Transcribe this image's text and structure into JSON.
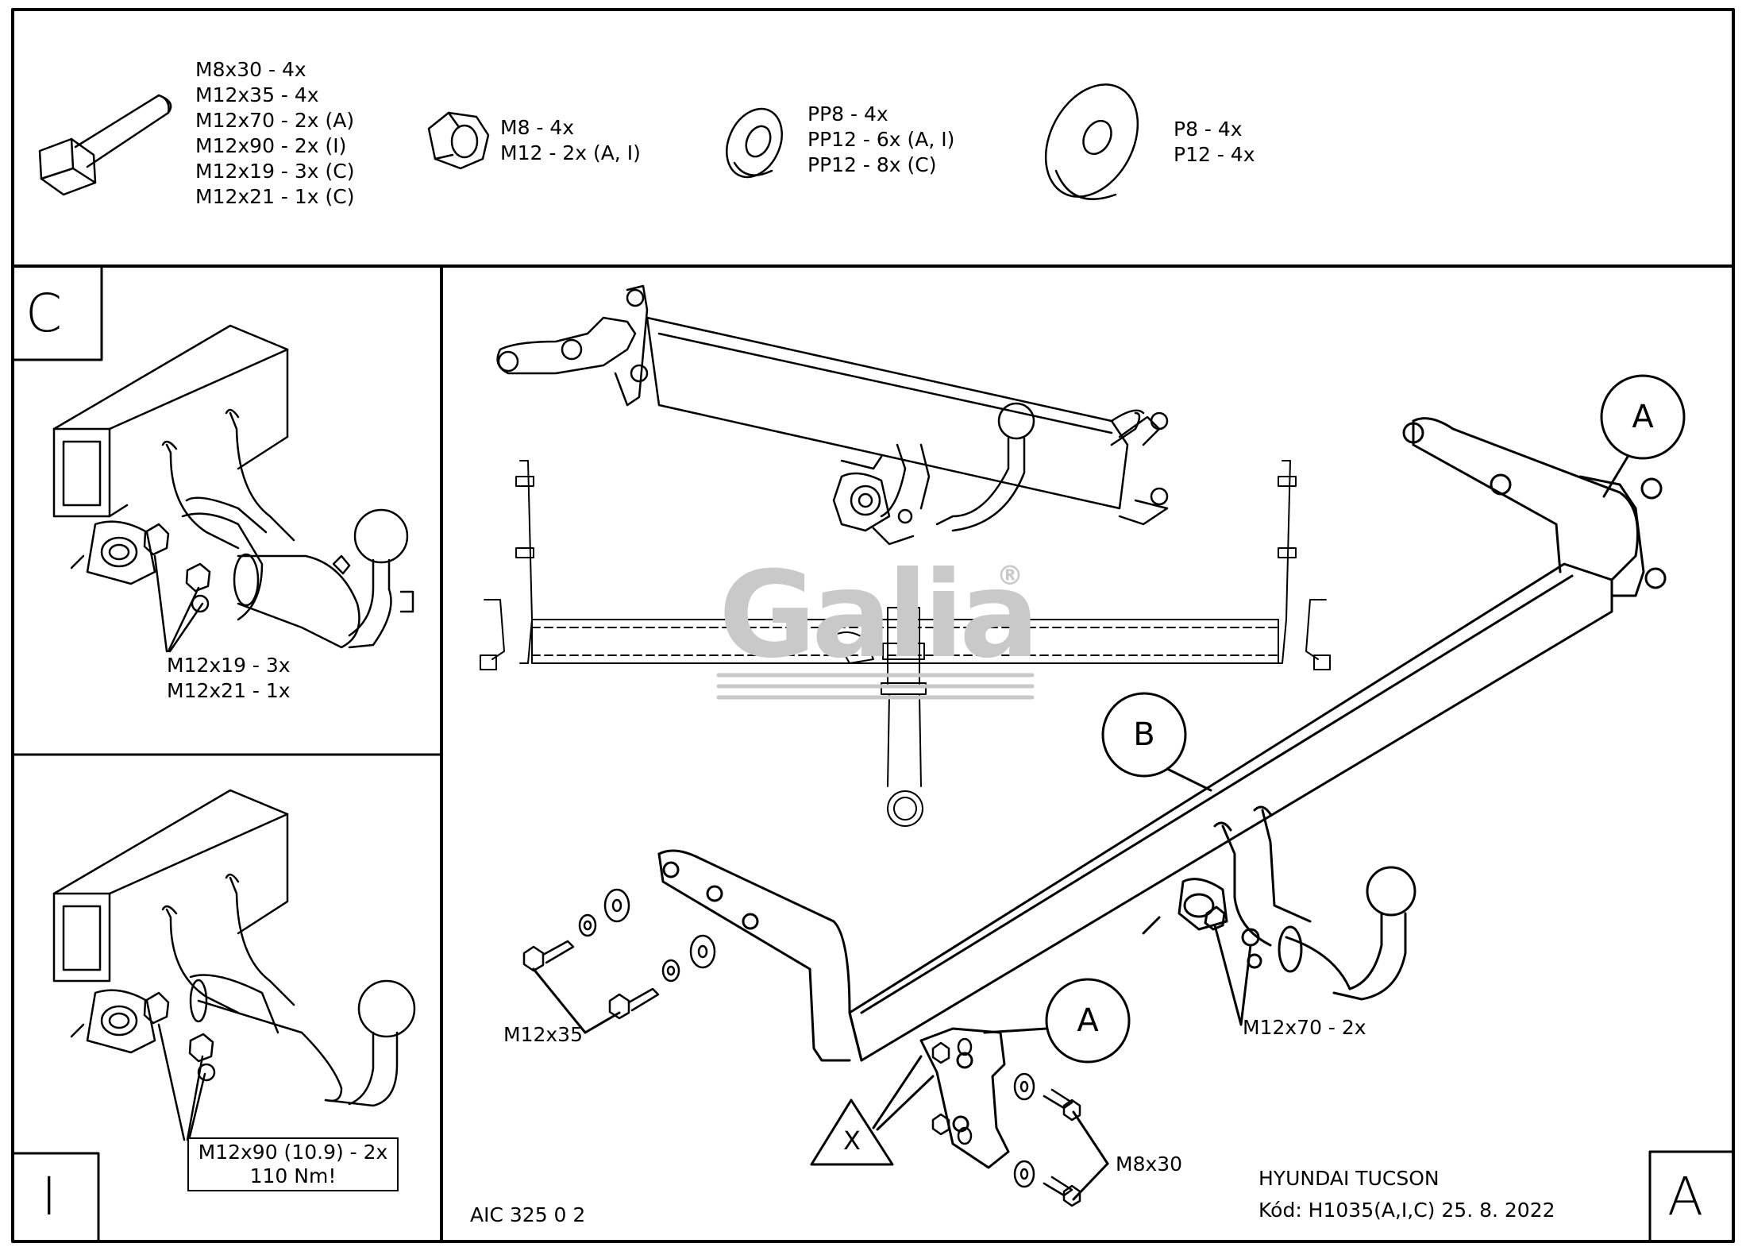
{
  "hardware": {
    "bolts": [
      "M8x30 - 4x",
      "M12x35 - 4x",
      "M12x70 - 2x (A)",
      "M12x90 - 2x (I)",
      "M12x19 - 3x (C)",
      "M12x21 - 1x (C)"
    ],
    "nuts": [
      "M8 - 4x",
      "M12 - 2x (A, I)"
    ],
    "spring_washers": [
      "PP8 - 4x",
      "PP12 - 6x (A, I)",
      "PP12 - 8x (C)"
    ],
    "flat_washers": [
      "P8 - 4x",
      "P12 - 4x"
    ]
  },
  "panel_c": {
    "letter": "C",
    "labels": [
      "M12x19 - 3x",
      "M12x21 - 1x"
    ]
  },
  "panel_i": {
    "letter": "I",
    "label_lines": [
      "M12x90 (10.9) - 2x",
      "110 Nm!"
    ]
  },
  "main": {
    "callouts": {
      "a_top": "A",
      "b": "B",
      "a_bottom": "A",
      "x": "X"
    },
    "labels": {
      "m12x35": "M12x35",
      "m12x70": "M12x70 - 2x",
      "m8x30": "M8x30"
    },
    "watermark": "Galia",
    "registered": "®",
    "drawing_number": "AIC 325 0 2",
    "vehicle": "HYUNDAI  TUCSON",
    "code": "Kód: H1035(A,I,C)  25. 8. 2022",
    "corner_letter": "A"
  }
}
